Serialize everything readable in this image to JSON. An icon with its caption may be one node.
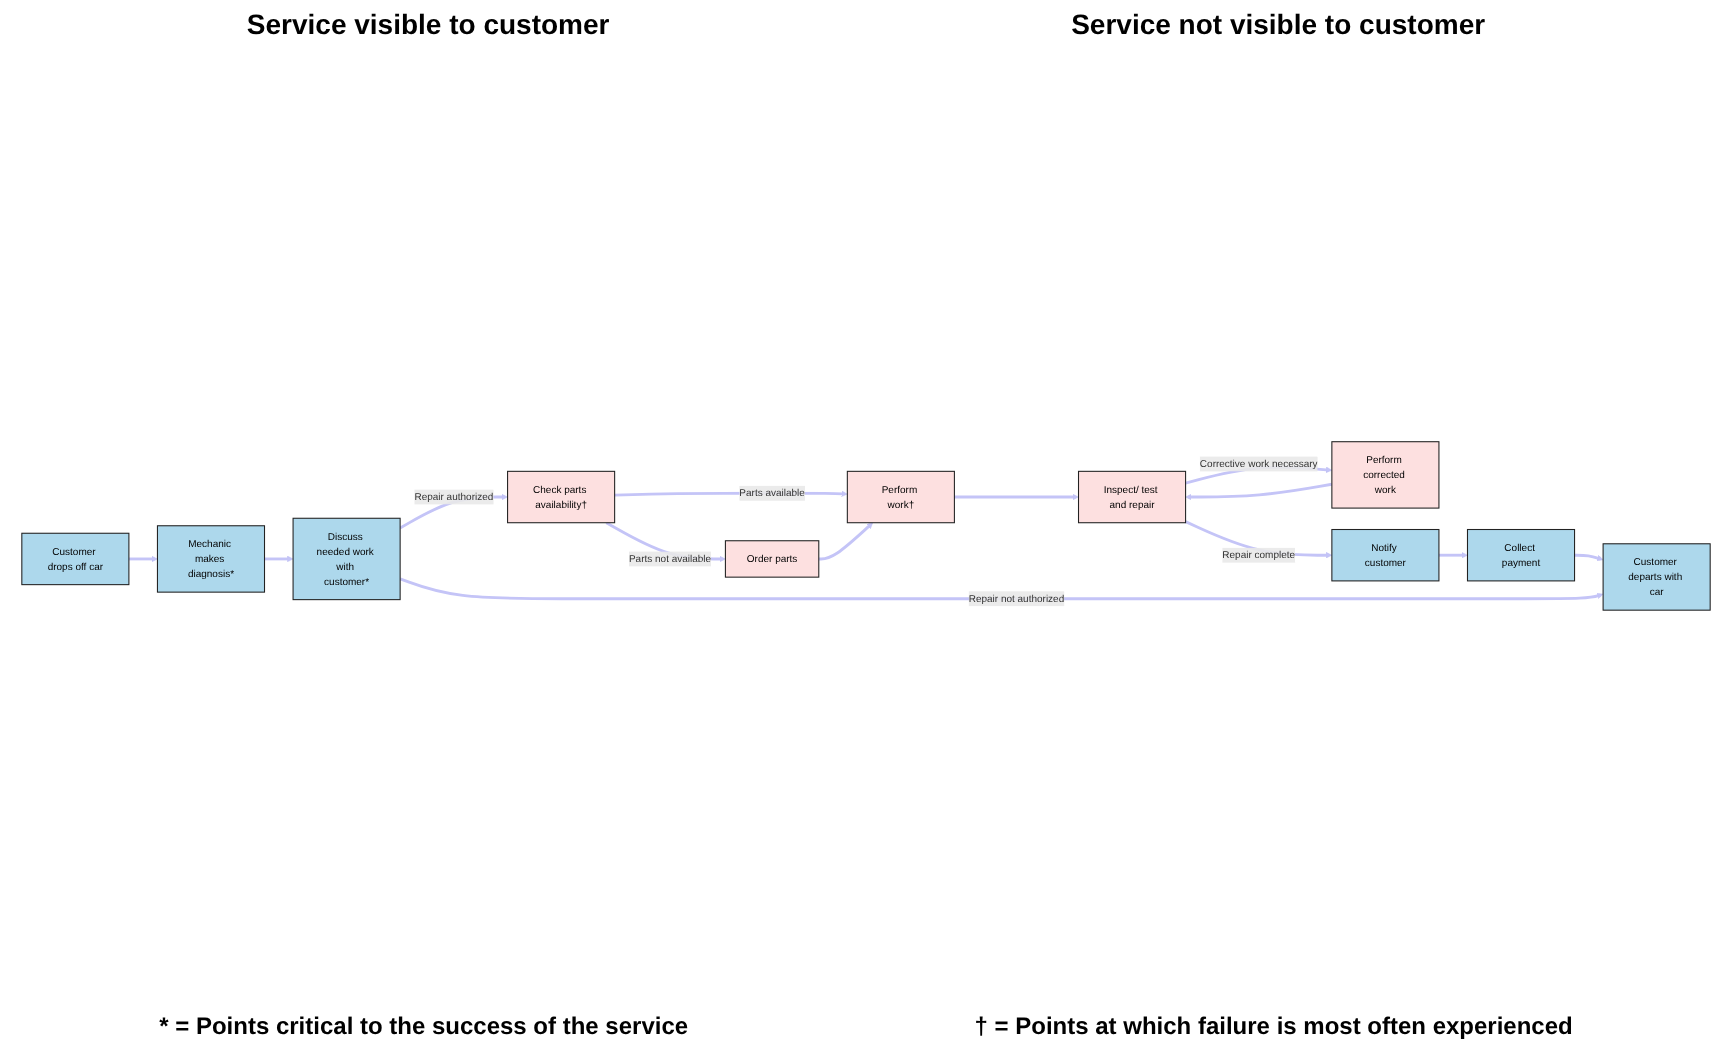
{
  "diagram": {
    "nodes": [
      {
        "text": [
          "Customer drops off car"
        ]
      },
      {
        "text": [
          "Mechanic makes diagnosis*"
        ]
      },
      {
        "text": [
          "Discuss needed work with customer*"
        ]
      },
      {
        "text": [
          "Check parts availability†"
        ]
      },
      {
        "text": [
          "Perform work†"
        ]
      },
      {
        "text": [
          "Order parts"
        ]
      },
      {
        "text": [
          "Inspect/ test and repair"
        ]
      },
      {
        "text": [
          "Perform corrected work"
        ]
      },
      {
        "text": [
          "Customer departs with car"
        ]
      },
      {
        "text": [
          "Collect payment"
        ]
      },
      {
        "text": [
          "Notify customer"
        ]
      }
    ],
    "edges": [
      {
        "from": 0,
        "to": 1,
        "arrow": "to"
      },
      {
        "from": 1,
        "to": 2,
        "arrow": "to"
      },
      {
        "from": 2,
        "to": 3,
        "arrow": "to",
        "label": "Repair authorized"
      },
      {
        "from": 3,
        "to": 4,
        "arrow": "to",
        "label": "Parts available"
      },
      {
        "from": 3,
        "to": 5,
        "arrow": "to",
        "label": "Parts not available"
      },
      {
        "from": 5,
        "to": 4,
        "arrow": "to"
      },
      {
        "from": 4,
        "to": 6,
        "arrow": "to"
      },
      {
        "from": 6,
        "to": 7,
        "arrow": "to",
        "label": "Corrective work necessary"
      },
      {
        "from": 7,
        "to": 6,
        "arrow": "to"
      },
      {
        "from": 6,
        "to": 10,
        "arrow": "to",
        "label": "Repair complete"
      },
      {
        "from": 10,
        "to": 9,
        "arrow": "to"
      },
      {
        "from": 9,
        "to": 8,
        "arrow": "to"
      },
      {
        "from": 2,
        "to": 8,
        "arrow": "to",
        "label": "Repair not authorized"
      }
    ],
    "labels": [
      "Service visible to customer",
      "Service not visible to customer",
      "* = Points critical to the success of the service",
      "† = Points at which failure is most often experienced"
    ]
  }
}
